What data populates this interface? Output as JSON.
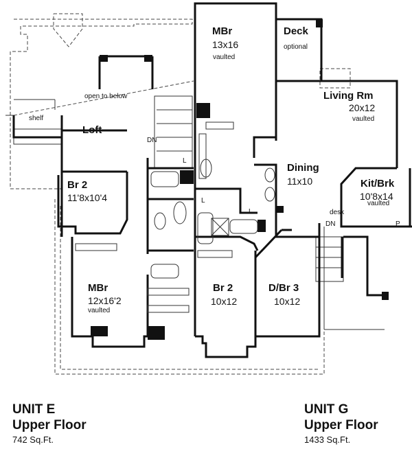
{
  "unit_e": {
    "title": "UNIT E",
    "floor": "Upper Floor",
    "area": "742 Sq.Ft.",
    "rooms": {
      "loft": "Loft",
      "shelf": "shelf",
      "open_to_below": "open to below",
      "dn": "DN",
      "br2_name": "Br 2",
      "br2_size": "11'8x10'4",
      "mbr_name": "MBr",
      "mbr_size": "12x16'2",
      "mbr_note": "vaulted",
      "laundry": "L"
    }
  },
  "unit_g": {
    "title": "UNIT G",
    "floor": "Upper Floor",
    "area": "1433 Sq.Ft.",
    "rooms": {
      "mbr_name": "MBr",
      "mbr_size": "13x16",
      "mbr_note": "vaulted",
      "deck_name": "Deck",
      "deck_note": "optional",
      "living_name": "Living Rm",
      "living_size": "20x12",
      "living_note": "vaulted",
      "dining_name": "Dining",
      "dining_size": "11x10",
      "kit_name": "Kit/Brk",
      "kit_size": "10'8x14",
      "kit_note": "vaulted",
      "desk": "desk",
      "dn": "DN",
      "pantry": "P",
      "laundry1": "L",
      "laundry2": "L",
      "br2_name": "Br 2",
      "br2_size": "10x12",
      "br3_name": "D/Br 3",
      "br3_size": "10x12"
    }
  }
}
